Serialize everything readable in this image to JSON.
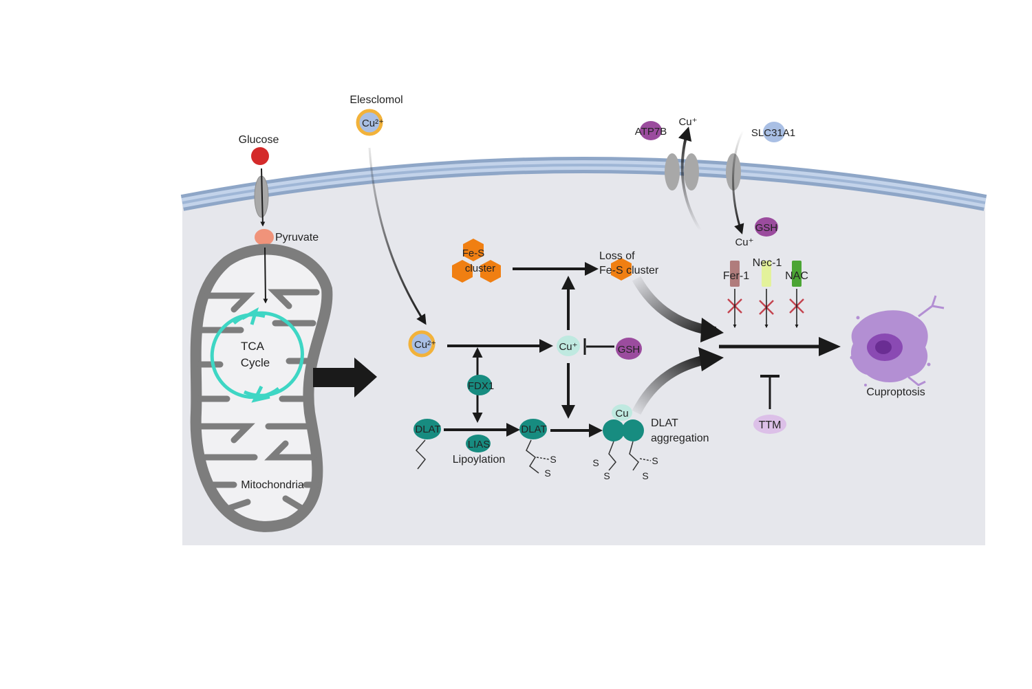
{
  "labels": {
    "glucose": "Glucose",
    "pyruvate": "Pyruvate",
    "tca_line1": "TCA",
    "tca_line2": "Cycle",
    "mitochondria": "Mitochondria",
    "elesclomol": "Elesclomol",
    "cu2_outer": "Cu²⁺",
    "cu2_inner": "Cu²⁺",
    "cu_plus_center": "Cu⁺",
    "cu_plus_export": "Cu⁺",
    "cu_plus_import": "Cu⁺",
    "cu_dlat": "Cu",
    "fes_line1": "Fe-S",
    "fes_line2": "cluster",
    "loss_line1": "Loss of",
    "loss_line2": "Fe-S cluster",
    "fdx1": "FDX1",
    "lias": "LIAS",
    "lipoylation": "Lipoylation",
    "dlat_1": "DLAT",
    "dlat_2": "DLAT",
    "dlat_agg_line1": "DLAT",
    "dlat_agg_line2": "aggregation",
    "gsh_center": "GSH",
    "gsh_top": "GSH",
    "atp7b": "ATP7B",
    "slc31a1": "SLC31A1",
    "fer1": "Fer-1",
    "nec1": "Nec-1",
    "nac": "NAC",
    "ttm": "TTM",
    "cuproptosis": "Cuproptosis",
    "s": "S"
  },
  "colors": {
    "cytoplasm": "#e6e7ec",
    "membrane": "#a9bedb",
    "mitochondria": "#7d7d7d",
    "tca_arrow": "#3ed6c4",
    "glucose": "#d42a2a",
    "pyruvate": "#f0937a",
    "copper_ring": "#f2b23a",
    "copper_core": "#a9bfe4",
    "cu_plus": "#bfe9e0",
    "teal_protein": "#178c80",
    "fes": "#f07f12",
    "gsh": "#9b4c9e",
    "atp7b": "#9b4c9e",
    "slc31a1": "#a9bfe4",
    "fer1": "#b07c7c",
    "nec1": "#e3f29b",
    "nac": "#4ba534",
    "ttm": "#dcc0e8",
    "inhibit_x": "#c4444f",
    "cell_dead": "#a97fc8"
  },
  "icons": [
    "glucose-dot",
    "pyruvate-dot",
    "mitochondria-icon",
    "tca-cycle-icon",
    "copper-complex-icon",
    "fes-cluster-icon",
    "dead-cell-icon",
    "transporter-channel-icon"
  ]
}
